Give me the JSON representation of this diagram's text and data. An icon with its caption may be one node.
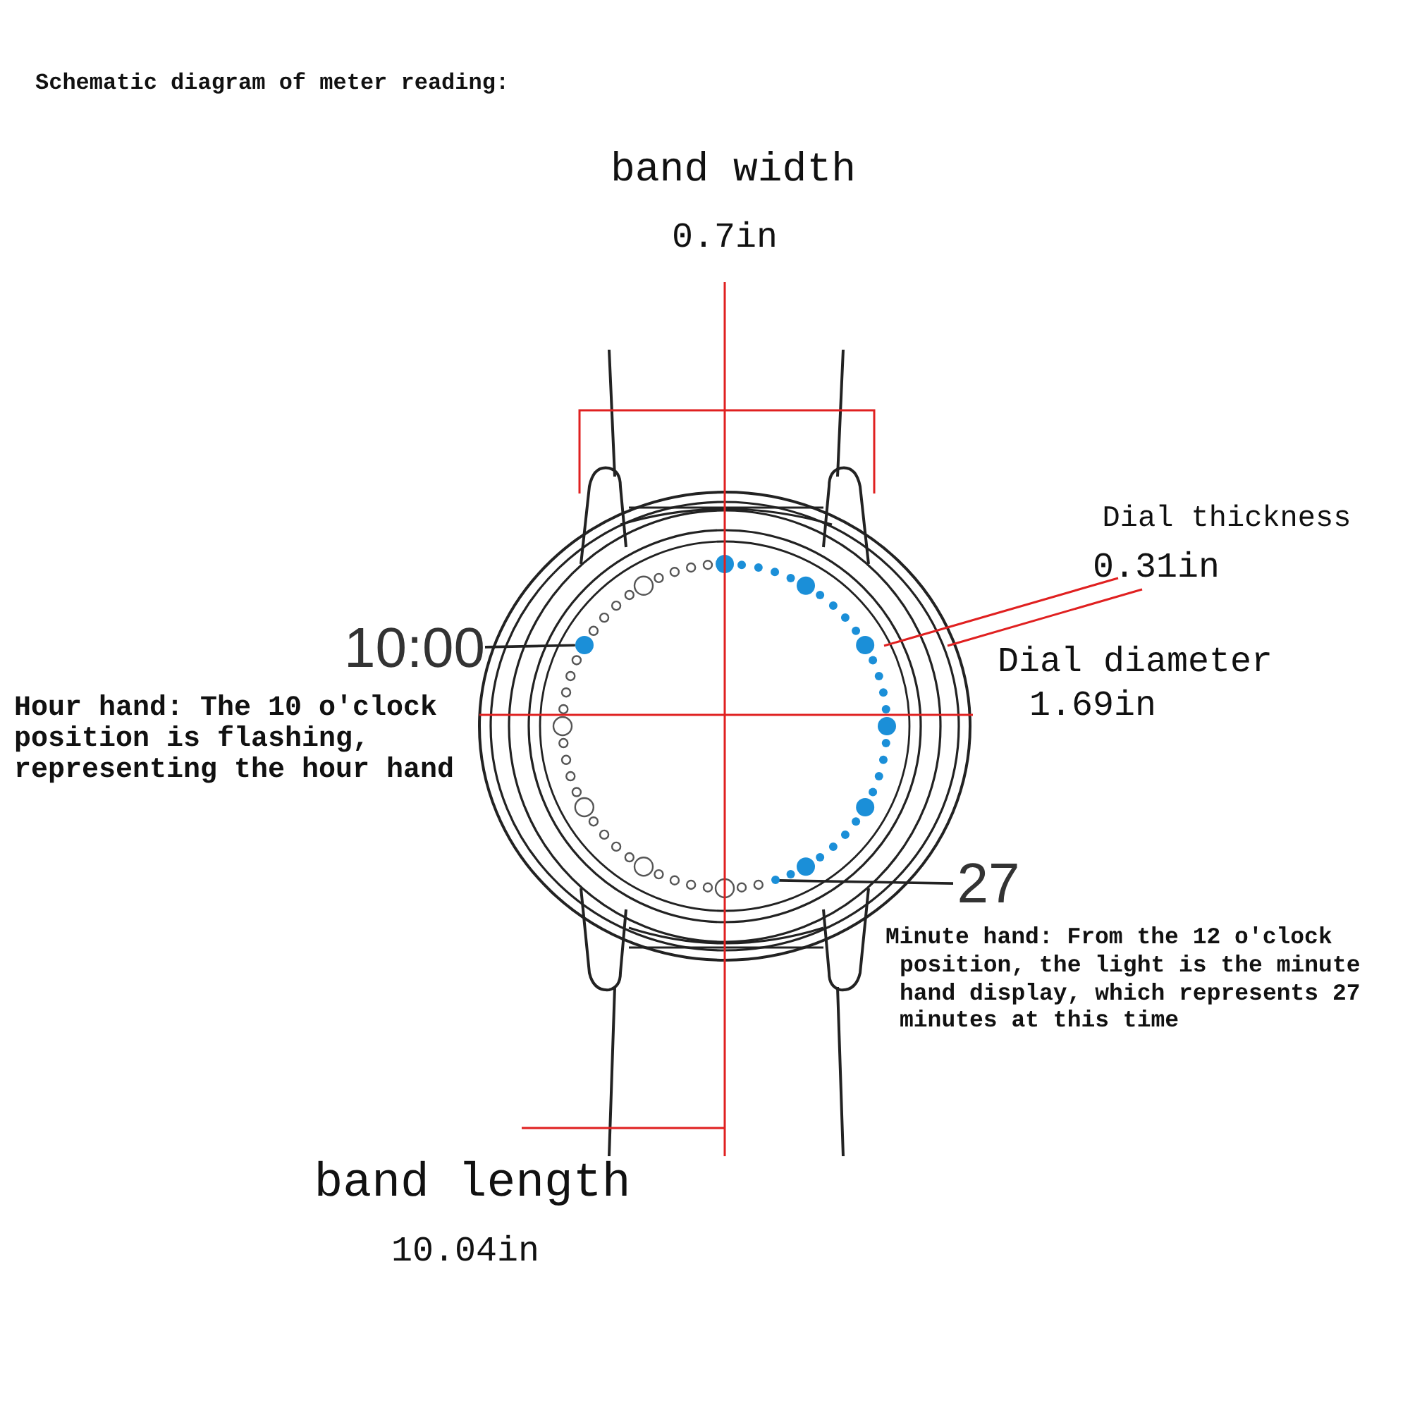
{
  "diagram": {
    "title": "Schematic diagram of meter reading:",
    "nodes": [
      {
        "text": [
          "10:00"
        ]
      },
      {
        "text": [],
        "shape": "circle"
      },
      {
        "text": [
          "27"
        ]
      },
      {
        "text": [],
        "shape": "circle"
      }
    ],
    "edges": [
      {
        "from": 0,
        "to": 1,
        "arrow": "none"
      },
      {
        "from": 2,
        "to": 3,
        "arrow": "none"
      }
    ],
    "labels": [
      "band width",
      "0.7in",
      "Dial thickness",
      "0.31in",
      "Dial diameter",
      "1.69in",
      "Hour hand: The 10 o'clock position is flashing, representing the hour hand",
      "Minute hand: From the 12 o'clock position, the light is the minute hand display, which represents 27 minutes at this time",
      "band length",
      "10.04in"
    ]
  }
}
